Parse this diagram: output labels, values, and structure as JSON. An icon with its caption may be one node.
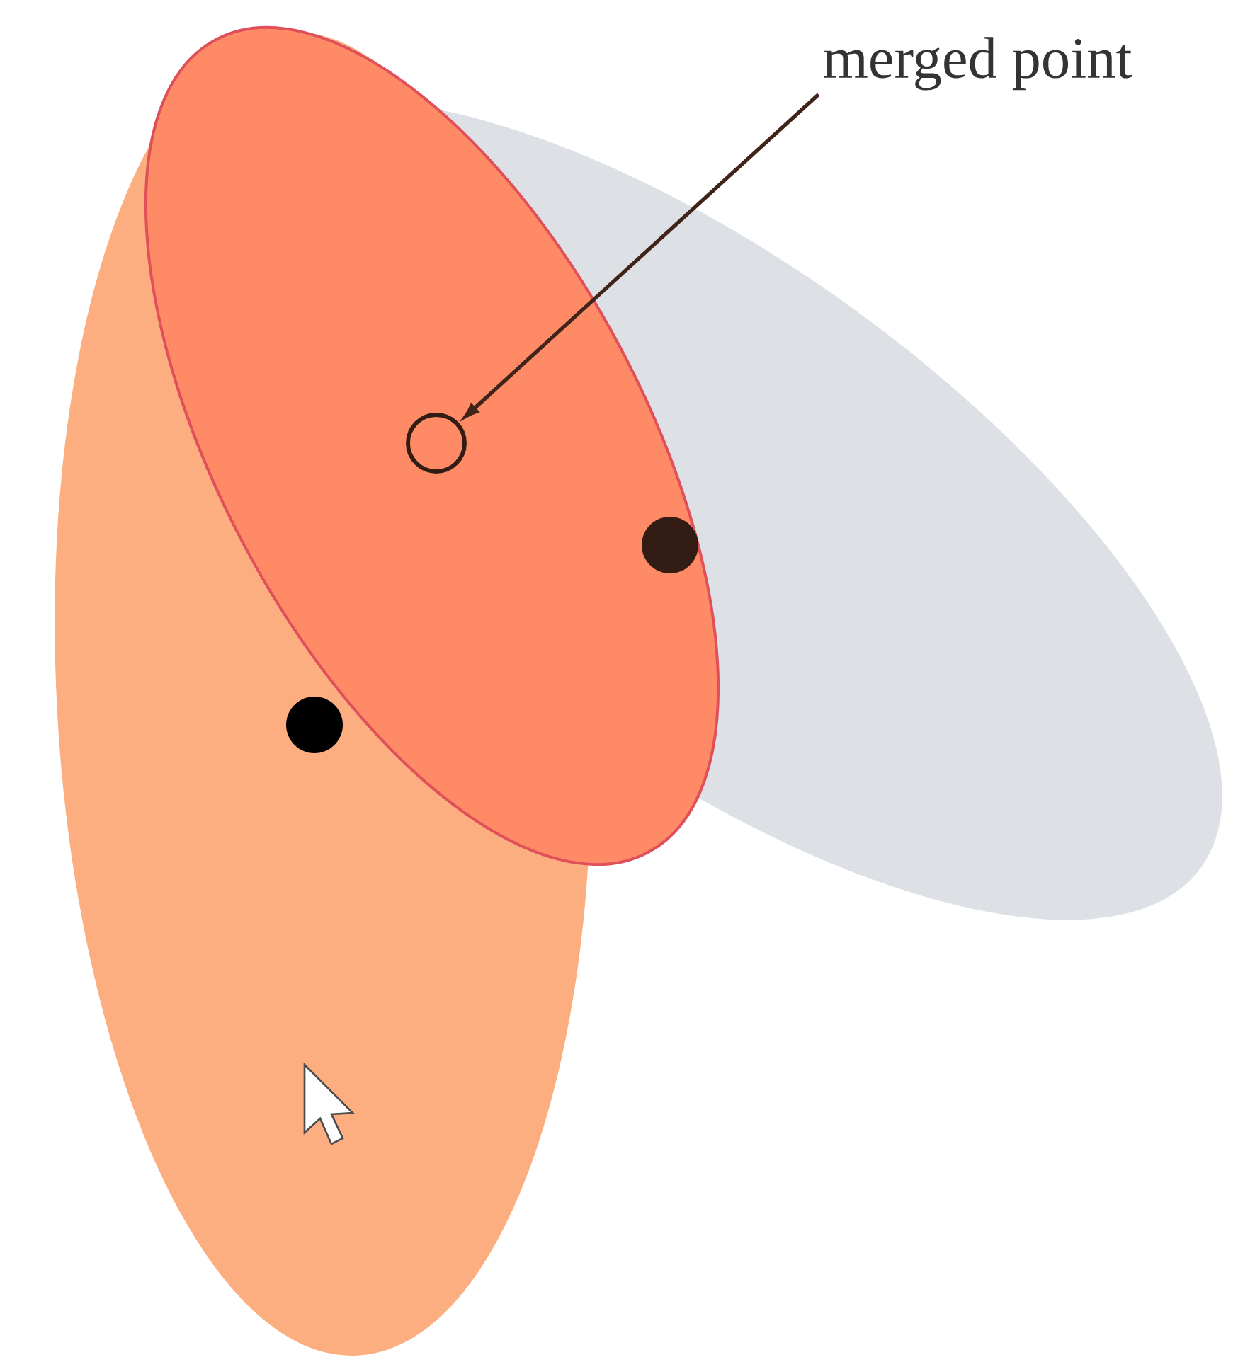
{
  "diagram": {
    "nodes": [
      {
        "text": [
          "merged point"
        ]
      },
      {
        "text": [],
        "shape": "circle"
      }
    ],
    "edges": [
      {
        "from": 0,
        "to": 1,
        "arrow": "to"
      }
    ]
  }
}
